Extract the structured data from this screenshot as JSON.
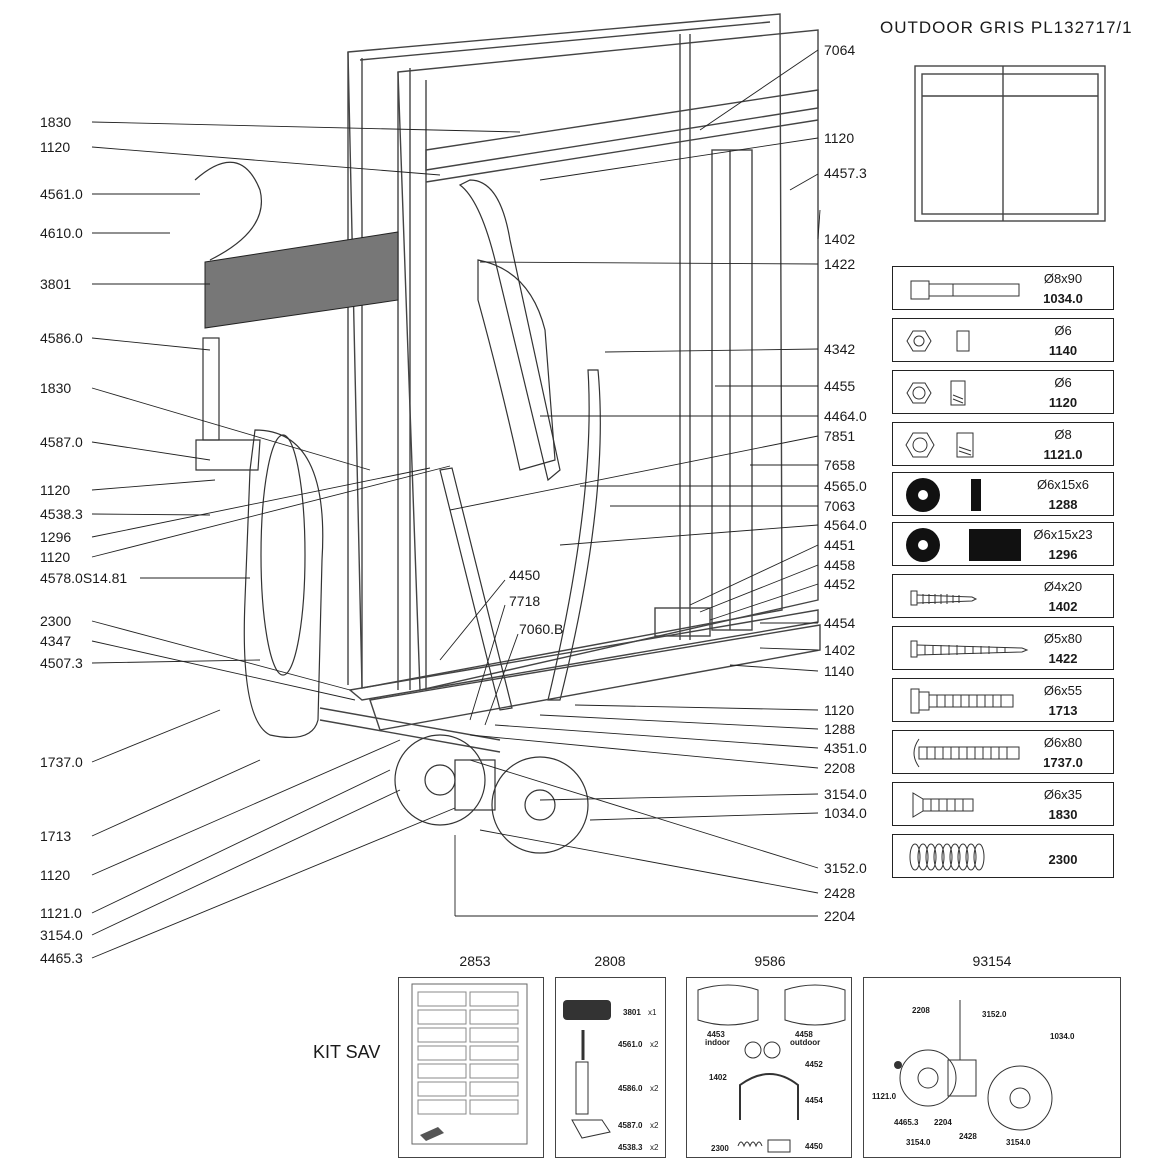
{
  "header": {
    "title": "OUTDOOR  GRIS  PL132717/1"
  },
  "left_labels": [
    "1830",
    "1120",
    "4561.0",
    "4610.0",
    "3801",
    "4586.0",
    "1830",
    "4587.0",
    "1120",
    "4538.3",
    "1296",
    "1120",
    "4578.0S14.81",
    "2300",
    "4347",
    "4507.3",
    "1737.0",
    "1713",
    "1120",
    "1121.0",
    "3154.0",
    "4465.3"
  ],
  "right_labels": [
    "7064",
    "1120",
    "4457.3",
    "1402",
    "1422",
    "4342",
    "4455",
    "4464.0",
    "7851",
    "7658",
    "4565.0",
    "7063",
    "4564.0",
    "4451",
    "4458",
    "4452",
    "4454",
    "1402",
    "1140",
    "1120",
    "1288",
    "4351.0",
    "2208",
    "3154.0",
    "1034.0",
    "3152.0",
    "2428",
    "2204"
  ],
  "inner_labels": [
    "4450",
    "7718",
    "7060.B"
  ],
  "hardware": [
    {
      "dim": "Ø8x90",
      "code": "1034.0",
      "icon": "bolt-icon"
    },
    {
      "dim": "Ø6",
      "code": "1140",
      "icon": "hex-nut-icon"
    },
    {
      "dim": "Ø6",
      "code": "1120",
      "icon": "lock-nut-icon"
    },
    {
      "dim": "Ø8",
      "code": "1121.0",
      "icon": "lock-nut-icon"
    },
    {
      "dim": "Ø6x15x6",
      "code": "1288",
      "icon": "rubber-washer-icon"
    },
    {
      "dim": "Ø6x15x23",
      "code": "1296",
      "icon": "rubber-spacer-icon"
    },
    {
      "dim": "Ø4x20",
      "code": "1402",
      "icon": "wood-screw-icon"
    },
    {
      "dim": "Ø5x80",
      "code": "1422",
      "icon": "wood-screw-icon"
    },
    {
      "dim": "Ø6x55",
      "code": "1713",
      "icon": "flange-bolt-icon"
    },
    {
      "dim": "Ø6x80",
      "code": "1737.0",
      "icon": "round-head-bolt-icon"
    },
    {
      "dim": "Ø6x35",
      "code": "1830",
      "icon": "countersunk-bolt-icon"
    },
    {
      "dim": "",
      "code": "2300",
      "icon": "spring-icon"
    }
  ],
  "kit": {
    "label": "KIT SAV",
    "panels": [
      {
        "title": "2853",
        "items": []
      },
      {
        "title": "2808",
        "items": [
          {
            "code": "3801",
            "qty": "x1"
          },
          {
            "code": "4561.0",
            "qty": "x2"
          },
          {
            "code": "4586.0",
            "qty": "x2"
          },
          {
            "code": "4587.0",
            "qty": "x2"
          },
          {
            "code": "4538.3",
            "qty": "x2"
          }
        ]
      },
      {
        "title": "9586",
        "items": [
          {
            "code": "4453",
            "note": "indoor"
          },
          {
            "code": "4458",
            "note": "outdoor"
          },
          {
            "code": "4452"
          },
          {
            "code": "1402"
          },
          {
            "code": "4454"
          },
          {
            "code": "2300"
          },
          {
            "code": "4450"
          }
        ]
      },
      {
        "title": "93154",
        "items": [
          {
            "code": "2208"
          },
          {
            "code": "3152.0"
          },
          {
            "code": "1034.0"
          },
          {
            "code": "1121.0"
          },
          {
            "code": "4465.3"
          },
          {
            "code": "2204"
          },
          {
            "code": "2428"
          },
          {
            "code": "3154.0"
          },
          {
            "code": "3154.0"
          }
        ]
      }
    ]
  }
}
